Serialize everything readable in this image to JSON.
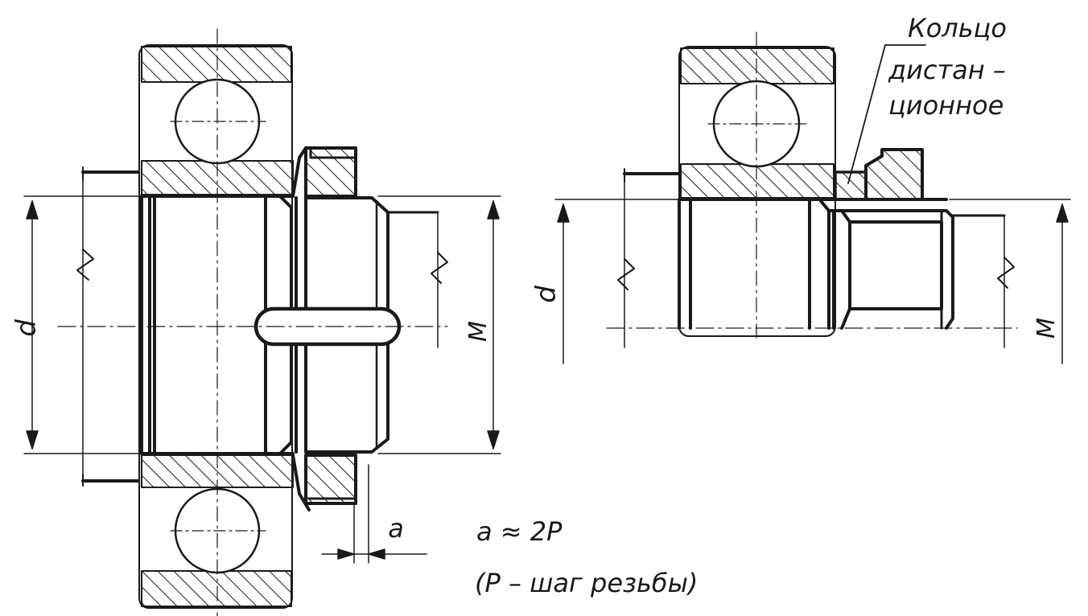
{
  "colors": {
    "ink": "#1a1a1a",
    "paper": "#ffffff"
  },
  "left_view": {
    "dim_d": "d",
    "dim_m": "M",
    "dim_a": "a",
    "formula": "a ≈ 2P",
    "note": "(P – шаг резьбы)"
  },
  "right_view": {
    "dim_d": "d",
    "dim_m": "M",
    "callout_lines": [
      "Кольцо",
      "дистан –",
      "ционное"
    ]
  }
}
